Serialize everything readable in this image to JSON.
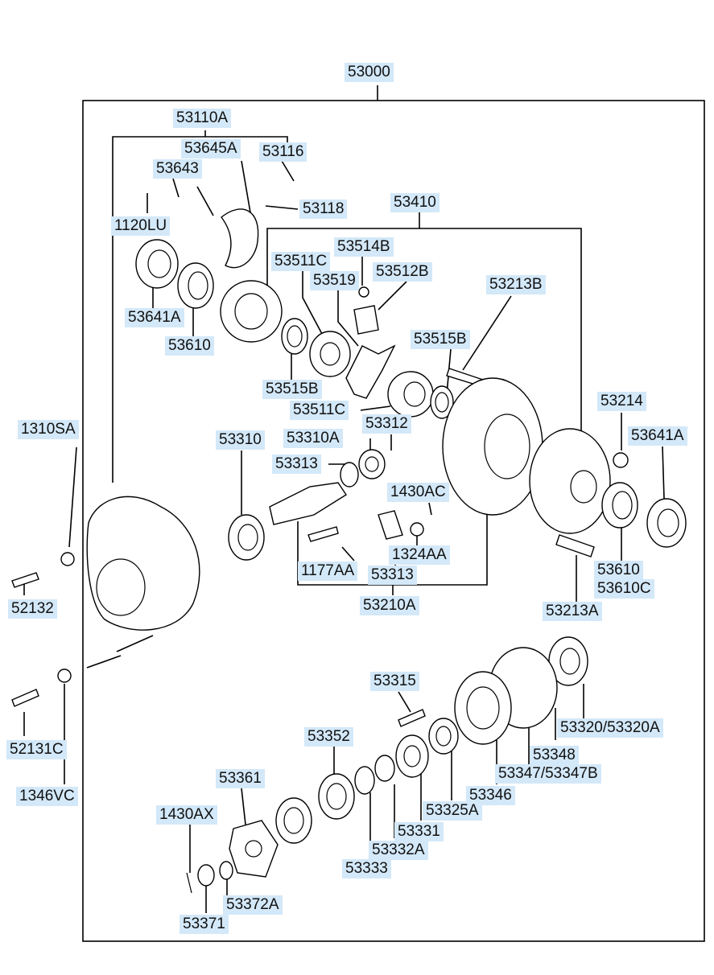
{
  "diagram": {
    "colors": {
      "label_bg": "#d3e8f8",
      "line": "#000000",
      "background": "#ffffff"
    },
    "labels": {
      "l53000": "53000",
      "l53110A": "53110A",
      "l53645A": "53645A",
      "l53116": "53116",
      "l53643": "53643",
      "l53118": "53118",
      "l1120LU": "1120LU",
      "l53410": "53410",
      "l53514B": "53514B",
      "l53511C_a": "53511C",
      "l53519": "53519",
      "l53512B": "53512B",
      "l53641A_a": "53641A",
      "l53213B_a": "53213B",
      "l53610_a": "53610",
      "l53515B_a": "53515B",
      "l53515B_b": "53515B",
      "l53511C_b": "53511C",
      "l53312": "53312",
      "l53214": "53214",
      "l1310SA": "1310SA",
      "l53310": "53310",
      "l53310A": "53310A",
      "l53641A_b": "53641A",
      "l53313_a": "53313",
      "l1430AC": "1430AC",
      "l1324AA": "1324AA",
      "l53610_b": "53610",
      "l1177AA": "1177AA",
      "l53313_b": "53313",
      "l53610C": "53610C",
      "l52132": "52132",
      "l53210A": "53210A",
      "l53213A": "53213A",
      "l53315": "53315",
      "l53320": "53320/53320A",
      "l52131C": "52131C",
      "l53352": "53352",
      "l53348": "53348",
      "l53347": "53347/53347B",
      "l53346": "53346",
      "l53361": "53361",
      "l53325A": "53325A",
      "l1346VC": "1346VC",
      "l1430AX": "1430AX",
      "l53331": "53331",
      "l53332A": "53332A",
      "l53333": "53333",
      "l53372A": "53372A",
      "l53371": "53371"
    }
  }
}
